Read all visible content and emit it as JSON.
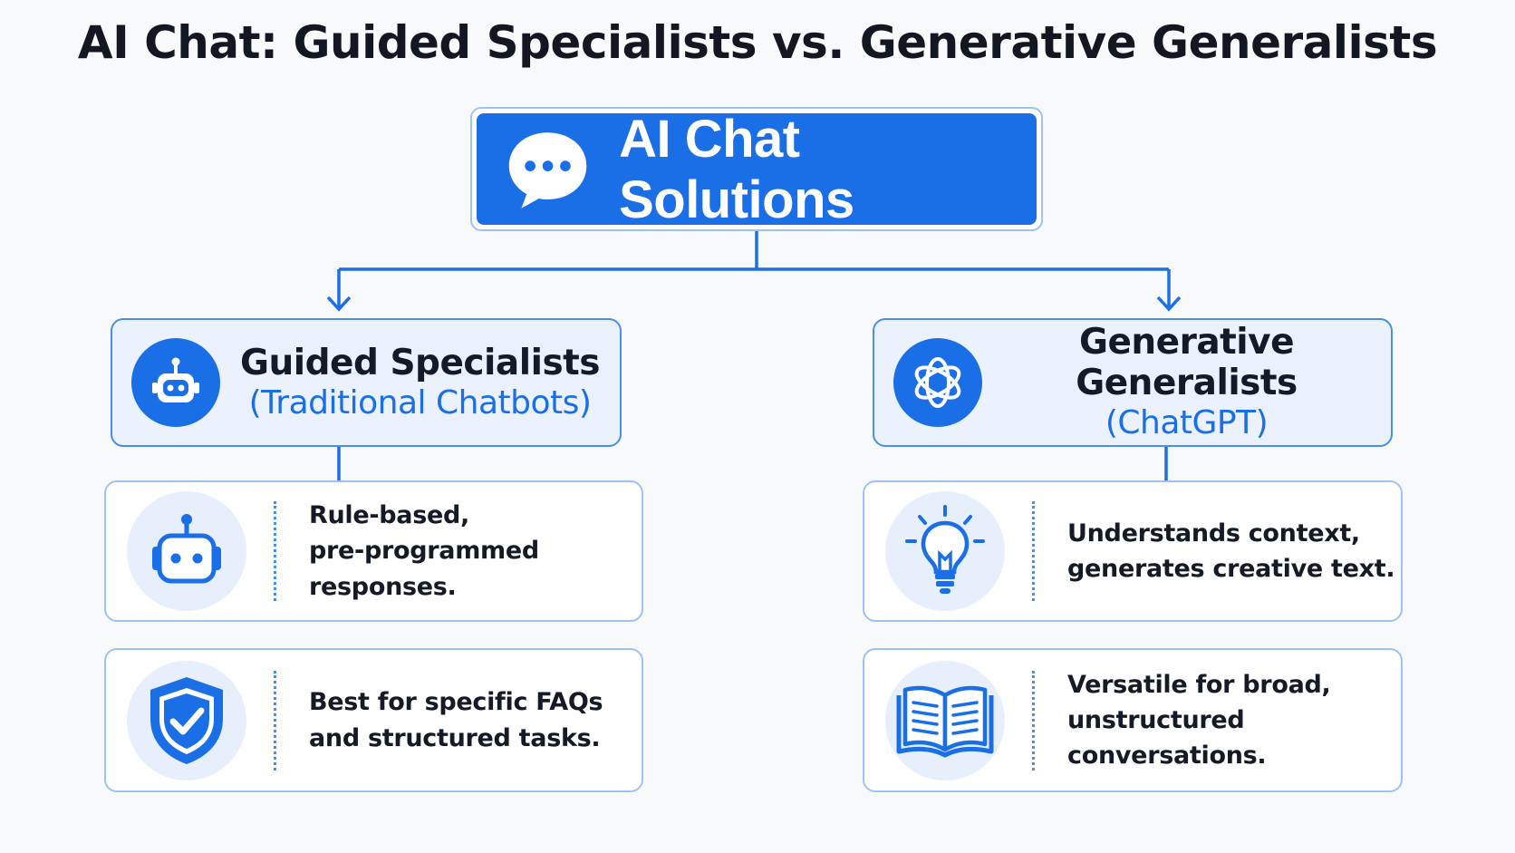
{
  "title": "AI Chat: Guided Specialists vs. Generative Generalists",
  "root": {
    "label": "AI Chat Solutions",
    "icon": "chat-bubble-icon"
  },
  "left": {
    "name": "Guided Specialists",
    "subtitle": "(Traditional Chatbots)",
    "icon": "robot-icon",
    "features": [
      {
        "icon": "robot-icon",
        "lines": [
          "Rule-based,",
          "pre-programmed responses."
        ]
      },
      {
        "icon": "shield-check-icon",
        "lines": [
          "Best for specific FAQs",
          "and structured tasks."
        ]
      }
    ]
  },
  "right": {
    "name": "Generative Generalists",
    "subtitle": "(ChatGPT)",
    "icon": "openai-knot-icon",
    "features": [
      {
        "icon": "lightbulb-icon",
        "lines": [
          "Understands context,",
          "generates creative text."
        ]
      },
      {
        "icon": "open-book-icon",
        "lines": [
          "Versatile for broad,",
          "unstructured conversations."
        ]
      }
    ]
  },
  "colors": {
    "accent": "#1a6ee6",
    "header_fill": "#ebf2fd",
    "card_border": "#9cc3f3",
    "icon_bg": "#e6effb",
    "text": "#141a26"
  }
}
